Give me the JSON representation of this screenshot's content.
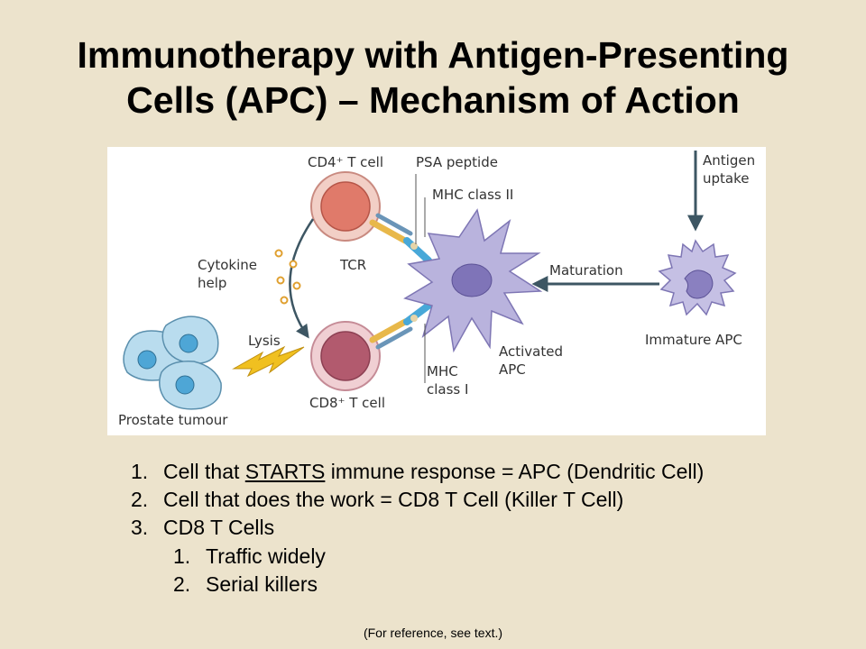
{
  "title": {
    "line1": "Immunotherapy with Antigen-Presenting",
    "line2": "Cells (APC) – Mechanism of Action"
  },
  "diagram": {
    "cd4_label": "CD4⁺ T cell",
    "psa_label": "PSA peptide",
    "mhc2_label": "MHC class II",
    "tcr_label": "TCR",
    "cytokine_line1": "Cytokine",
    "cytokine_line2": "help",
    "maturation_label": "Maturation",
    "antigen_line1": "Antigen",
    "antigen_line2": "uptake",
    "immature_label": "Immature APC",
    "lysis_label": "Lysis",
    "activated_line1": "Activated",
    "activated_line2": "APC",
    "mhc1_line1": "MHC",
    "mhc1_line2": "class I",
    "cd8_label": "CD8⁺ T cell",
    "prostate_label": "Prostate tumour",
    "colors": {
      "cd4_nucleus": "#e07a6a",
      "cd8_nucleus": "#b25a6e",
      "apc_body": "#b9b3dd",
      "tumour_cell": "#b9dcee",
      "tumour_nucleus": "#4ea6d6",
      "arrow": "#3d5663",
      "lysis_bolt": "#f0c020"
    }
  },
  "bullets": [
    {
      "num": "1.",
      "pre": "Cell that ",
      "underline": "STARTS",
      "post": " immune response = APC (Dendritic Cell)"
    },
    {
      "num": "2.",
      "text": "Cell that does the work = CD8 T Cell (Killer T Cell)"
    },
    {
      "num": "3.",
      "text": "CD8 T Cells"
    }
  ],
  "sub_bullets": [
    {
      "num": "1.",
      "text": "Traffic widely"
    },
    {
      "num": "2.",
      "text": "Serial killers"
    }
  ],
  "footer": "(For reference, see text.)"
}
